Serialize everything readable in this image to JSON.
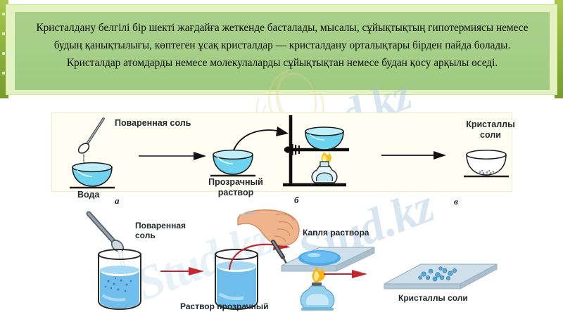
{
  "banner": {
    "paragraph": "Кристалдану белгілі бір шекті жағдайға жеткенде басталады, мысалы, сұйықтықтың гипотермиясы немесе будың қанықтылығы, көптеген ұсақ кристалдар — кристалдану орталықтары бірден пайда болады. Кристалдар атомдарды немесе молекулаларды сұйықтықтан немесе будан қосу арқылы өседі.",
    "bg_color": "#a9d08a",
    "frame_color": "#e4f2c2",
    "edge_strip_color": "#8fb33e"
  },
  "watermark": {
    "text": "Stud.kz",
    "color": "#9fc3e0",
    "instances": 4
  },
  "figure_top": {
    "label_salt": "Поваренная соль",
    "label_water": "Вода",
    "label_solution_line1": "Прозрачный",
    "label_solution_line2": "раствор",
    "label_crystals_line1": "Кристаллы",
    "label_crystals_line2": "соли",
    "caption_a": "а",
    "caption_b": "б",
    "caption_v": "в",
    "liquid_color": "#6ed3ef",
    "flame_color": "#f7c21b"
  },
  "figure_bottom": {
    "label_salt_line1": "Поваренная",
    "label_salt_line2": "соль",
    "label_solution": "Раствор прозрачный",
    "label_drop": "Капля раствора",
    "label_crystals": "Кристаллы соли",
    "liquid_color": "#4ea9e8",
    "glass_slide_color": "#c5d8e4",
    "hand_color": "#f0b48c",
    "arrow_color": "#c1272d",
    "flame_color": "#f9b316"
  }
}
